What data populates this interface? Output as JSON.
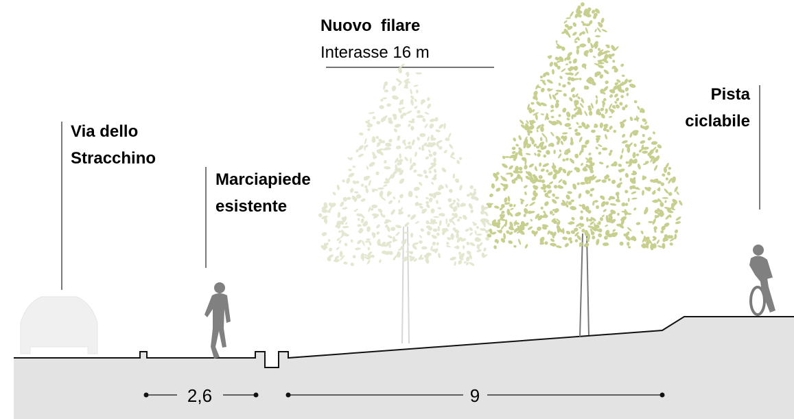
{
  "labels": {
    "road": {
      "line1": "Via dello",
      "line2": "Stracchino"
    },
    "sidewalk": {
      "line1": "Marciapiede",
      "line2": "esistente"
    },
    "row": {
      "title": "Nuovo  filare",
      "subtitle": "Interasse 16 m"
    },
    "bike": {
      "line1": "Pista",
      "line2": "ciclabile"
    }
  },
  "dimensions": {
    "left": "2,6",
    "right": "9"
  },
  "colors": {
    "ground": "#e3e3e3",
    "tree_foliage": "#c8cf8e",
    "tree_foliage_faded": "#e3e7cf",
    "figure": "#808080",
    "car": "#f0f0f0"
  }
}
